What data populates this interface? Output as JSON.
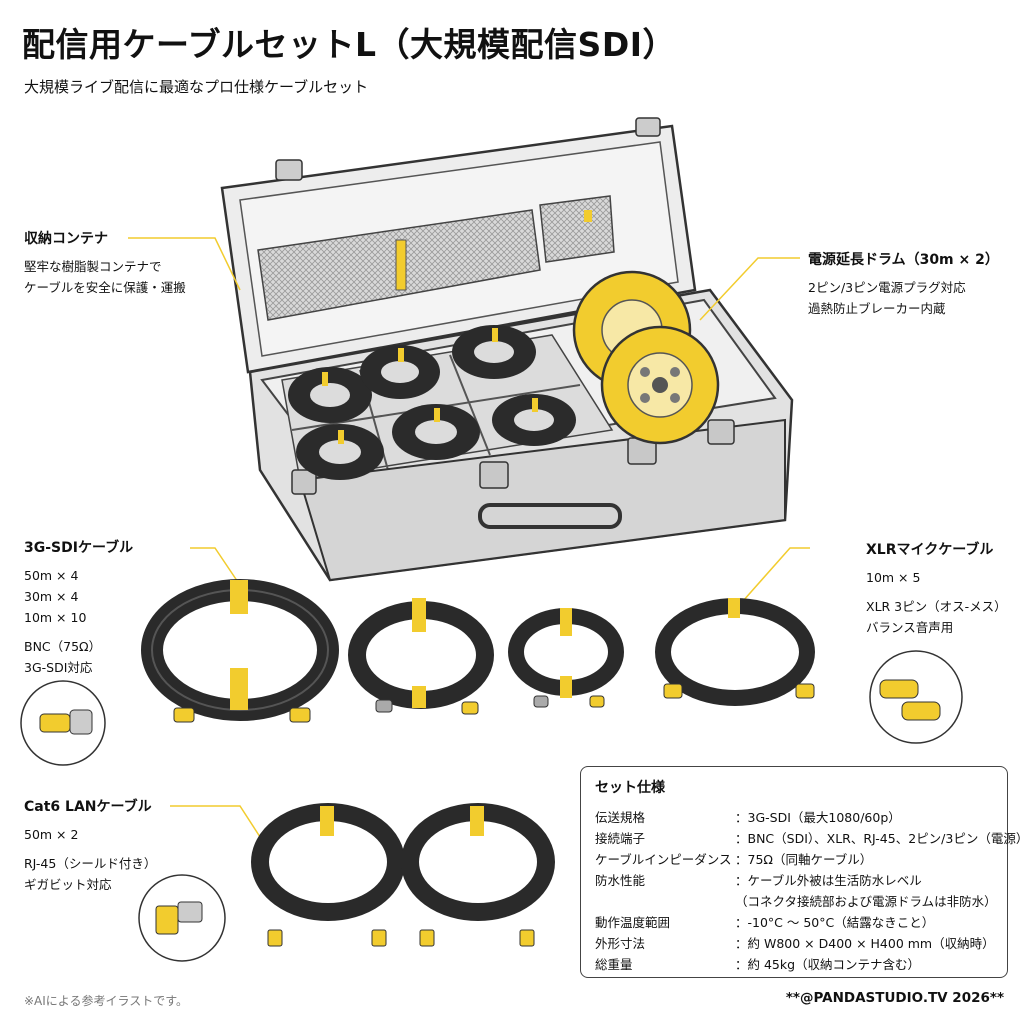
{
  "header": {
    "title": "配信用ケーブルセットL（大規模配信SDI）",
    "subtitle": "大規模ライブ配信に最適なプロ仕様ケーブルセット"
  },
  "callouts": {
    "container": {
      "title": "収納コンテナ",
      "lines": [
        "堅牢な樹脂製コンテナで",
        "ケーブルを安全に保護・運搬"
      ]
    },
    "drum": {
      "title": "電源延長ドラム（30m × 2）",
      "lines": [
        "2ピン/3ピン電源プラグ対応",
        "過熱防止ブレーカー内蔵"
      ]
    },
    "sdi": {
      "title": "3G-SDIケーブル",
      "lines": [
        "50m × 4",
        "30m × 4",
        "10m × 10",
        "BNC（75Ω）",
        "3G-SDI対応"
      ]
    },
    "xlr": {
      "title": "XLRマイクケーブル",
      "lines": [
        "10m × 5",
        "XLR 3ピン（オス-メス）",
        "バランス音声用"
      ]
    },
    "lan": {
      "title": "Cat6 LANケーブル",
      "lines": [
        "50m × 2",
        "RJ-45（シールド付き）",
        "ギガビット対応"
      ]
    }
  },
  "specs": {
    "title": "セット仕様",
    "rows": [
      {
        "key": "伝送規格",
        "value": "：3G-SDI（最大1080/60p）"
      },
      {
        "key": "接続端子",
        "value": "：BNC（SDI）、XLR、RJ-45、2ピン/3ピン（電源）"
      },
      {
        "key": "ケーブルインピーダンス",
        "value": "：75Ω（同軸ケーブル）"
      },
      {
        "key": "防水性能",
        "value": "：ケーブル外被は生活防水レベル"
      },
      {
        "key": "",
        "value": "（コネクタ接続部および電源ドラムは非防水）"
      },
      {
        "key": "動作温度範囲",
        "value": "：-10°C 〜 50°C（結露なきこと）"
      },
      {
        "key": "外形寸法",
        "value": "：約 W800 × D400 × H400 mm（収納時）"
      },
      {
        "key": "総重量",
        "value": "：約 45kg（収納コンテナ含む）"
      }
    ]
  },
  "footer": {
    "note": "※AIによる参考イラストです。",
    "credit": "**@PANDASTUDIO.TV 2026**"
  },
  "colors": {
    "accent": "#f2cc2e",
    "cable": "#2a2a2a",
    "case": "#e6e6e6",
    "outline": "#333333"
  }
}
